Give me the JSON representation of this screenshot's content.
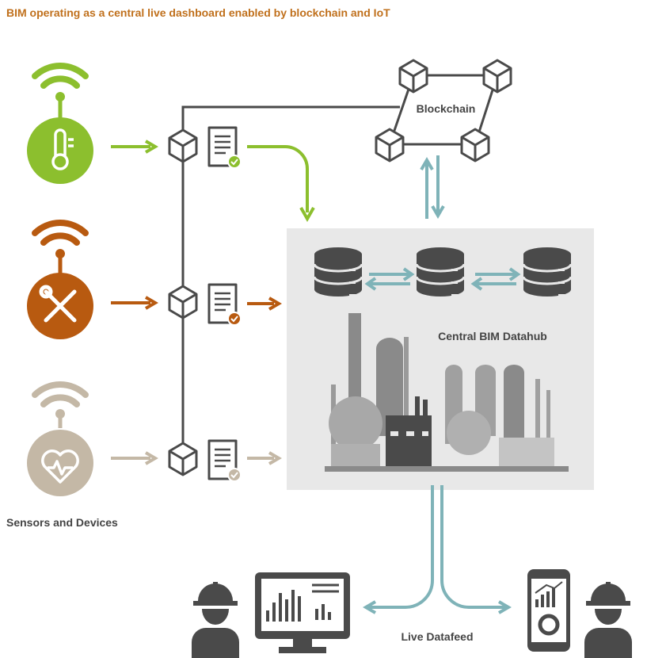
{
  "title": "BIM operating as a central live dashboard enabled by blockchain and IoT",
  "labels": {
    "blockchain": "Blockchain",
    "datahub": "Central BIM Datahub",
    "sensors": "Sensors and Devices",
    "datafeed": "Live Datafeed"
  },
  "colors": {
    "title": "#c0701c",
    "green": "#8cbf2e",
    "orange": "#b85a10",
    "beige": "#c4b8a6",
    "teal": "#7fb3b8",
    "dark": "#4a4a4a",
    "hub": "#e8e8e8"
  },
  "icons": {
    "sensor_1": "thermometer-icon",
    "sensor_2": "wrench-screwdriver-icon",
    "sensor_3": "heart-pulse-icon",
    "node": "cube-icon",
    "record": "document-check-icon",
    "storage": "database-icon",
    "plant": "industrial-plant-icon",
    "worker": "worker-helmet-icon",
    "monitor": "monitor-chart-icon",
    "phone": "smartphone-chart-icon"
  }
}
